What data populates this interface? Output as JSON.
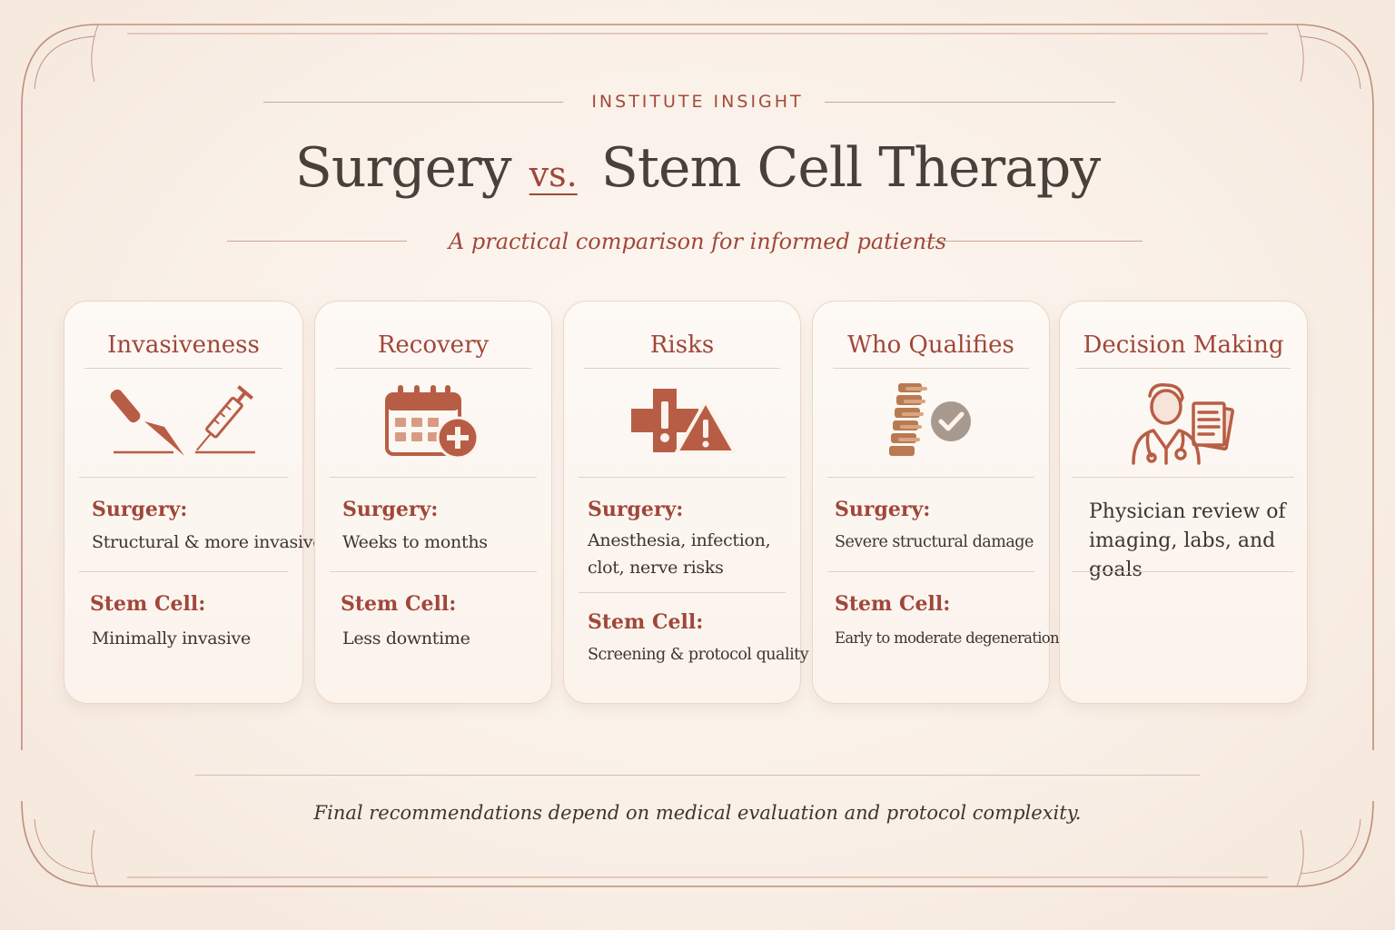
{
  "header": {
    "eyebrow": "INSTITUTE INSIGHT",
    "title_left": "Surgery",
    "title_vs": "vs.",
    "title_right": "Stem Cell Therapy",
    "subtitle": "A practical comparison for informed patients"
  },
  "colors": {
    "accent": "#a0473a",
    "icon": "#b85d45",
    "text": "#3e3431",
    "background": "#fbf3ec"
  },
  "cards": [
    {
      "title": "Invasiveness",
      "icon": "scalpel-and-syringe-icon",
      "surgery_label": "Surgery:",
      "surgery_value": "Structural & more invasive",
      "stem_label": "Stem Cell:",
      "stem_value": "Minimally invasive"
    },
    {
      "title": "Recovery",
      "icon": "calendar-plus-icon",
      "surgery_label": "Surgery:",
      "surgery_value": "Weeks to months",
      "stem_label": "Stem Cell:",
      "stem_value": "Less downtime"
    },
    {
      "title": "Risks",
      "icon": "warning-cross-icon",
      "surgery_label": "Surgery:",
      "surgery_value": "Anesthesia, infection, clot, nerve risks",
      "stem_label": "Stem Cell:",
      "stem_value": "Screening & protocol quality"
    },
    {
      "title": "Who Qualifies",
      "icon": "spine-check-icon",
      "surgery_label": "Surgery:",
      "surgery_value": "Severe structural damage",
      "stem_label": "Stem Cell:",
      "stem_value": "Early to moderate degeneration"
    },
    {
      "title": "Decision Making",
      "icon": "doctor-document-icon",
      "note": "Physician review of imaging, labs, and goals"
    }
  ],
  "footer": "Final recommendations depend on medical evaluation and protocol complexity."
}
